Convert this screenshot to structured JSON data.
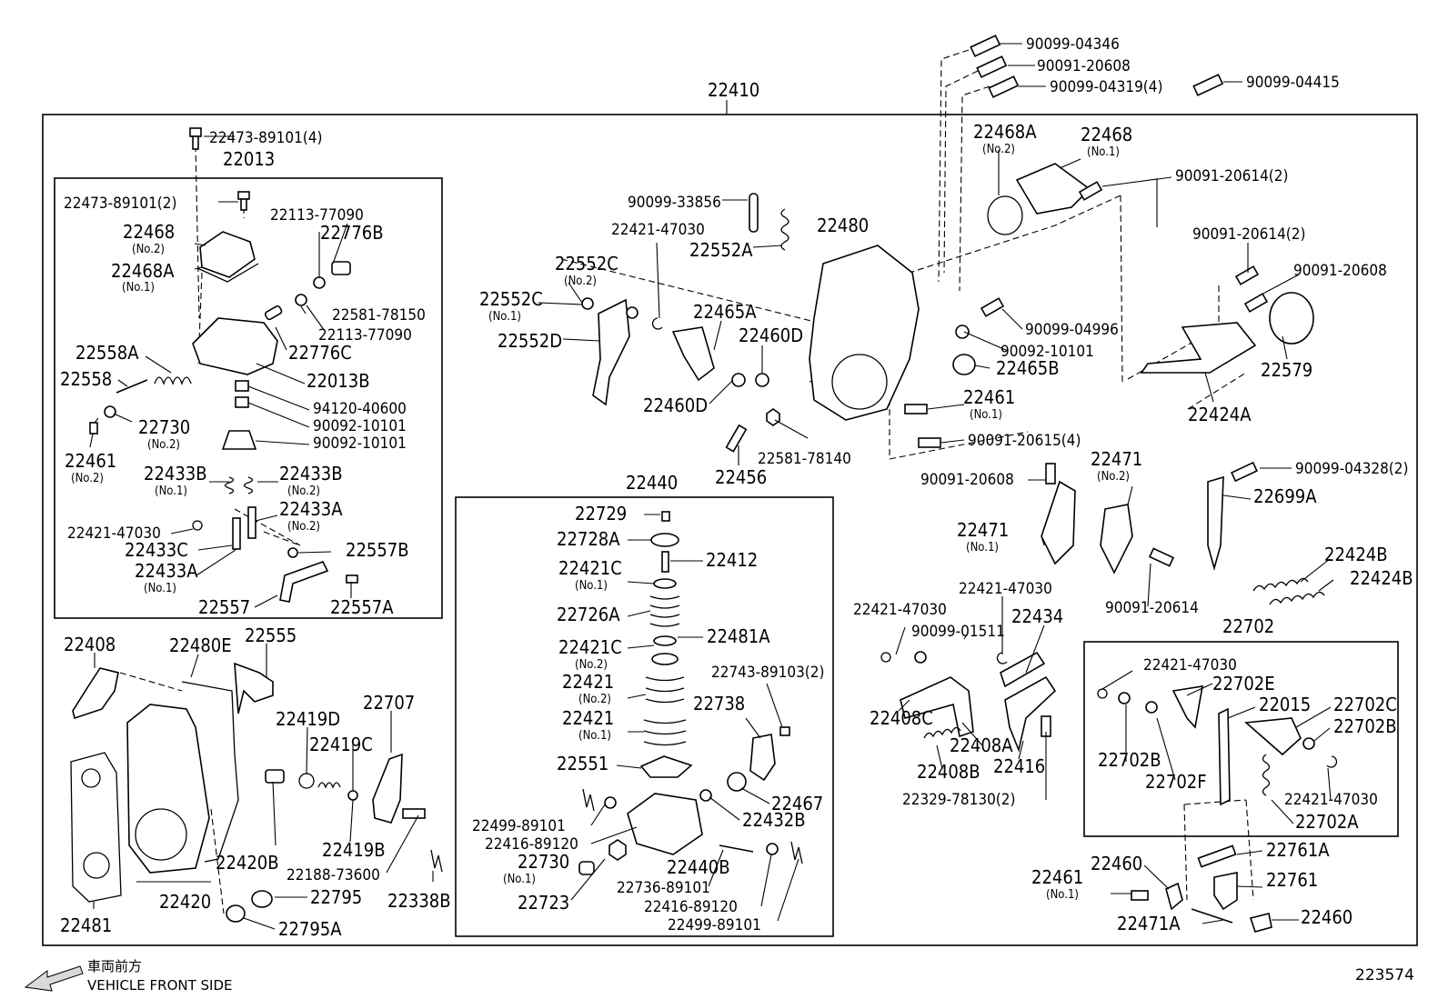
{
  "diagram": {
    "main_assembly": "22410",
    "figure_number": "223574",
    "vehicle_direction": {
      "japanese": "車両前方",
      "english": "VEHICLE FRONT SIDE"
    },
    "labels": {
      "a22410": "22410",
      "a22013": "22013",
      "a22440": "22440",
      "a22702": "22702",
      "t1": "22473-89101(4)",
      "t2": "22473-89101(2)",
      "t3": "22113-77090",
      "t4": "22776B",
      "t5": "22468",
      "t5s": "(No.2)",
      "t6": "22468A",
      "t6s": "(No.1)",
      "t7": "22581-78150",
      "t8": "22113-77090",
      "t9": "22776C",
      "t10": "22558A",
      "t11": "22013B",
      "t12": "22558",
      "t13": "94120-40600",
      "t14": "22730",
      "t14s": "(No.2)",
      "t15": "90092-10101",
      "t16": "90092-10101",
      "t17": "22461",
      "t17s": "(No.2)",
      "t18": "22433B",
      "t18s": "(No.1)",
      "t19": "22433B",
      "t19s": "(No.2)",
      "t20": "22433A",
      "t20s": "(No.2)",
      "t21": "22421-47030",
      "t22": "22433C",
      "t23": "22557B",
      "t24": "22433A",
      "t24s": "(No.1)",
      "t25": "22557",
      "t26": "22557A",
      "u1": "90099-33856",
      "u2": "22421-47030",
      "u3": "22552A",
      "u4": "22480",
      "u5": "22552C",
      "u5s": "(No.2)",
      "u6": "22552C",
      "u6s": "(No.1)",
      "u7": "22465A",
      "u8": "22552D",
      "u9": "22460D",
      "u10": "22460D",
      "u11": "22456",
      "u12": "22581-78140",
      "r1": "90099-04346",
      "r2": "90091-20608",
      "r3": "90099-04319(4)",
      "r4": "90099-04415",
      "r5": "22468A",
      "r5s": "(No.2)",
      "r6": "22468",
      "r6s": "(No.1)",
      "r7": "90091-20614(2)",
      "r8": "90091-20614(2)",
      "r9": "90091-20608",
      "r10": "90099-04996",
      "r11": "90092-10101",
      "r12": "22465B",
      "r13": "22579",
      "r14": "22461",
      "r14s": "(No.1)",
      "r15": "22424A",
      "r16": "90091-20615(4)",
      "r17": "90099-04328(2)",
      "r18": "90091-20608",
      "r19": "22471",
      "r19s": "(No.2)",
      "r20": "22699A",
      "r21": "22471",
      "r21s": "(No.1)",
      "r22": "22424B",
      "r23": "22424B",
      "r24": "90091-20614",
      "m1": "22729",
      "m2": "22728A",
      "m3": "22412",
      "m4": "22421C",
      "m4s": "(No.1)",
      "m5": "22726A",
      "m6": "22481A",
      "m7": "22421C",
      "m7s": "(No.2)",
      "m8": "22421",
      "m8s": "(No.2)",
      "m9": "22743-89103(2)",
      "m10": "22738",
      "m11": "22421",
      "m11s": "(No.1)",
      "m12": "22551",
      "m13": "22467",
      "m14": "22432B",
      "m15": "22499-89101",
      "m16": "22416-89120",
      "m17": "22730",
      "m17s": "(No.1)",
      "m18": "22440B",
      "m19": "22736-89101",
      "m20": "22416-89120",
      "m21": "22723",
      "m22": "22499-89101",
      "l1": "22408",
      "l2": "22480E",
      "l3": "22555",
      "l4": "22707",
      "l5": "22419D",
      "l6": "22419C",
      "l7": "22419B",
      "l8": "22420B",
      "l9": "22188-73600",
      "l10": "22338B",
      "l11": "22795",
      "l12": "22420",
      "l13": "22481",
      "l14": "22795A",
      "c1": "22421-47030",
      "c2": "22421-47030",
      "c3": "90099-01511",
      "c4": "22434",
      "c5": "22408C",
      "c6": "22408A",
      "c7": "22408B",
      "c8": "22416",
      "c9": "22329-78130(2)",
      "g1": "22421-47030",
      "g2": "22702E",
      "g3": "22015",
      "g4": "22702C",
      "g5": "22702B",
      "g6": "22702B",
      "g7": "22702F",
      "g8": "22421-47030",
      "g9": "22702A",
      "g10": "22761A",
      "g11": "22460",
      "g12": "22461",
      "g12s": "(No.1)",
      "g13": "22761",
      "g14": "22471A",
      "g15": "22460"
    }
  }
}
